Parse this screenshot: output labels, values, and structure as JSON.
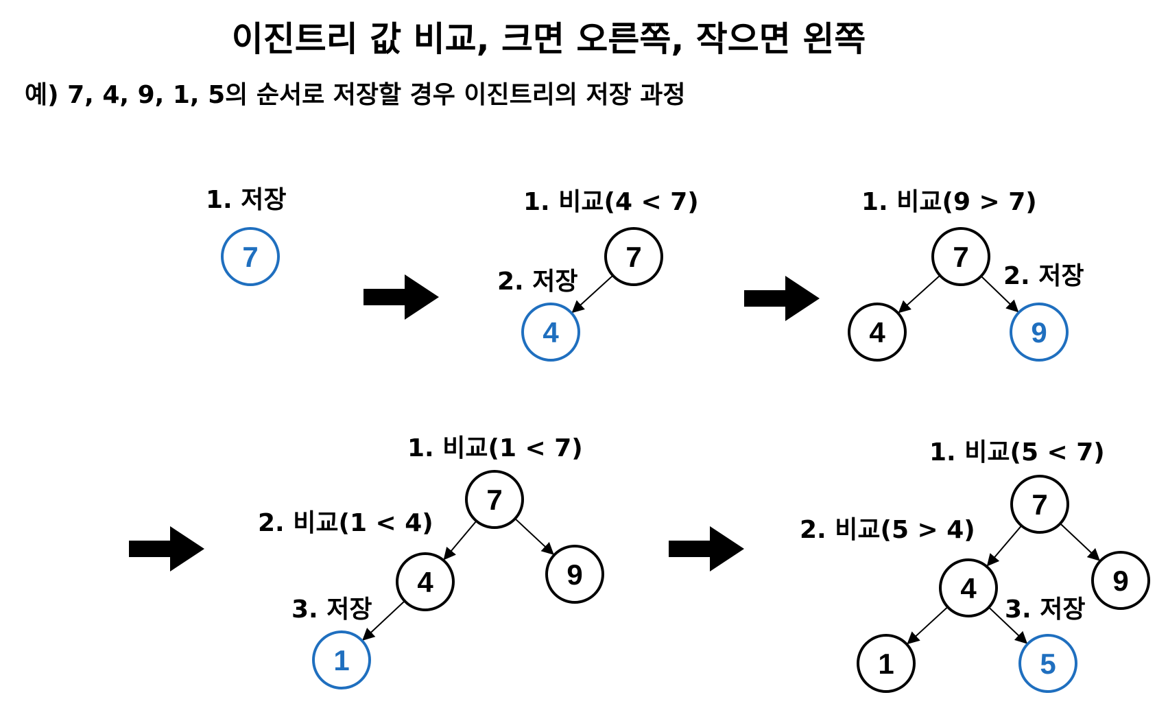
{
  "title": "이진트리 값 비교, 크면 오른쪽, 작으면 왼쪽",
  "subtitle": "예) 7, 4, 9, 1, 5의 순서로 저장할 경우 이진트리의 저장 과정",
  "colors": {
    "highlight": "#1f6fbf",
    "normal": "#000000"
  },
  "steps": [
    {
      "id": "step1",
      "labels": [
        "1. 저장"
      ],
      "nodes": [
        {
          "id": "n7",
          "value": "7",
          "highlight": true
        }
      ],
      "edges": []
    },
    {
      "id": "step2",
      "labels": [
        "1. 비교(4 < 7)",
        "2. 저장"
      ],
      "nodes": [
        {
          "id": "n7",
          "value": "7",
          "highlight": false
        },
        {
          "id": "n4",
          "value": "4",
          "highlight": true
        }
      ],
      "edges": [
        [
          "n7",
          "n4"
        ]
      ]
    },
    {
      "id": "step3",
      "labels": [
        "1. 비교(9 > 7)",
        "2. 저장"
      ],
      "nodes": [
        {
          "id": "n7",
          "value": "7",
          "highlight": false
        },
        {
          "id": "n4",
          "value": "4",
          "highlight": false
        },
        {
          "id": "n9",
          "value": "9",
          "highlight": true
        }
      ],
      "edges": [
        [
          "n7",
          "n4"
        ],
        [
          "n7",
          "n9"
        ]
      ]
    },
    {
      "id": "step4",
      "labels": [
        "1. 비교(1 < 7)",
        "2. 비교(1 < 4)",
        "3. 저장"
      ],
      "nodes": [
        {
          "id": "n7",
          "value": "7",
          "highlight": false
        },
        {
          "id": "n4",
          "value": "4",
          "highlight": false
        },
        {
          "id": "n9",
          "value": "9",
          "highlight": false
        },
        {
          "id": "n1",
          "value": "1",
          "highlight": true
        }
      ],
      "edges": [
        [
          "n7",
          "n4"
        ],
        [
          "n7",
          "n9"
        ],
        [
          "n4",
          "n1"
        ]
      ]
    },
    {
      "id": "step5",
      "labels": [
        "1. 비교(5 < 7)",
        "2. 비교(5 > 4)",
        "3. 저장"
      ],
      "nodes": [
        {
          "id": "n7",
          "value": "7",
          "highlight": false
        },
        {
          "id": "n4",
          "value": "4",
          "highlight": false
        },
        {
          "id": "n9",
          "value": "9",
          "highlight": false
        },
        {
          "id": "n1",
          "value": "1",
          "highlight": false
        },
        {
          "id": "n5",
          "value": "5",
          "highlight": true
        }
      ],
      "edges": [
        [
          "n7",
          "n4"
        ],
        [
          "n7",
          "n9"
        ],
        [
          "n4",
          "n1"
        ],
        [
          "n4",
          "n5"
        ]
      ]
    }
  ]
}
